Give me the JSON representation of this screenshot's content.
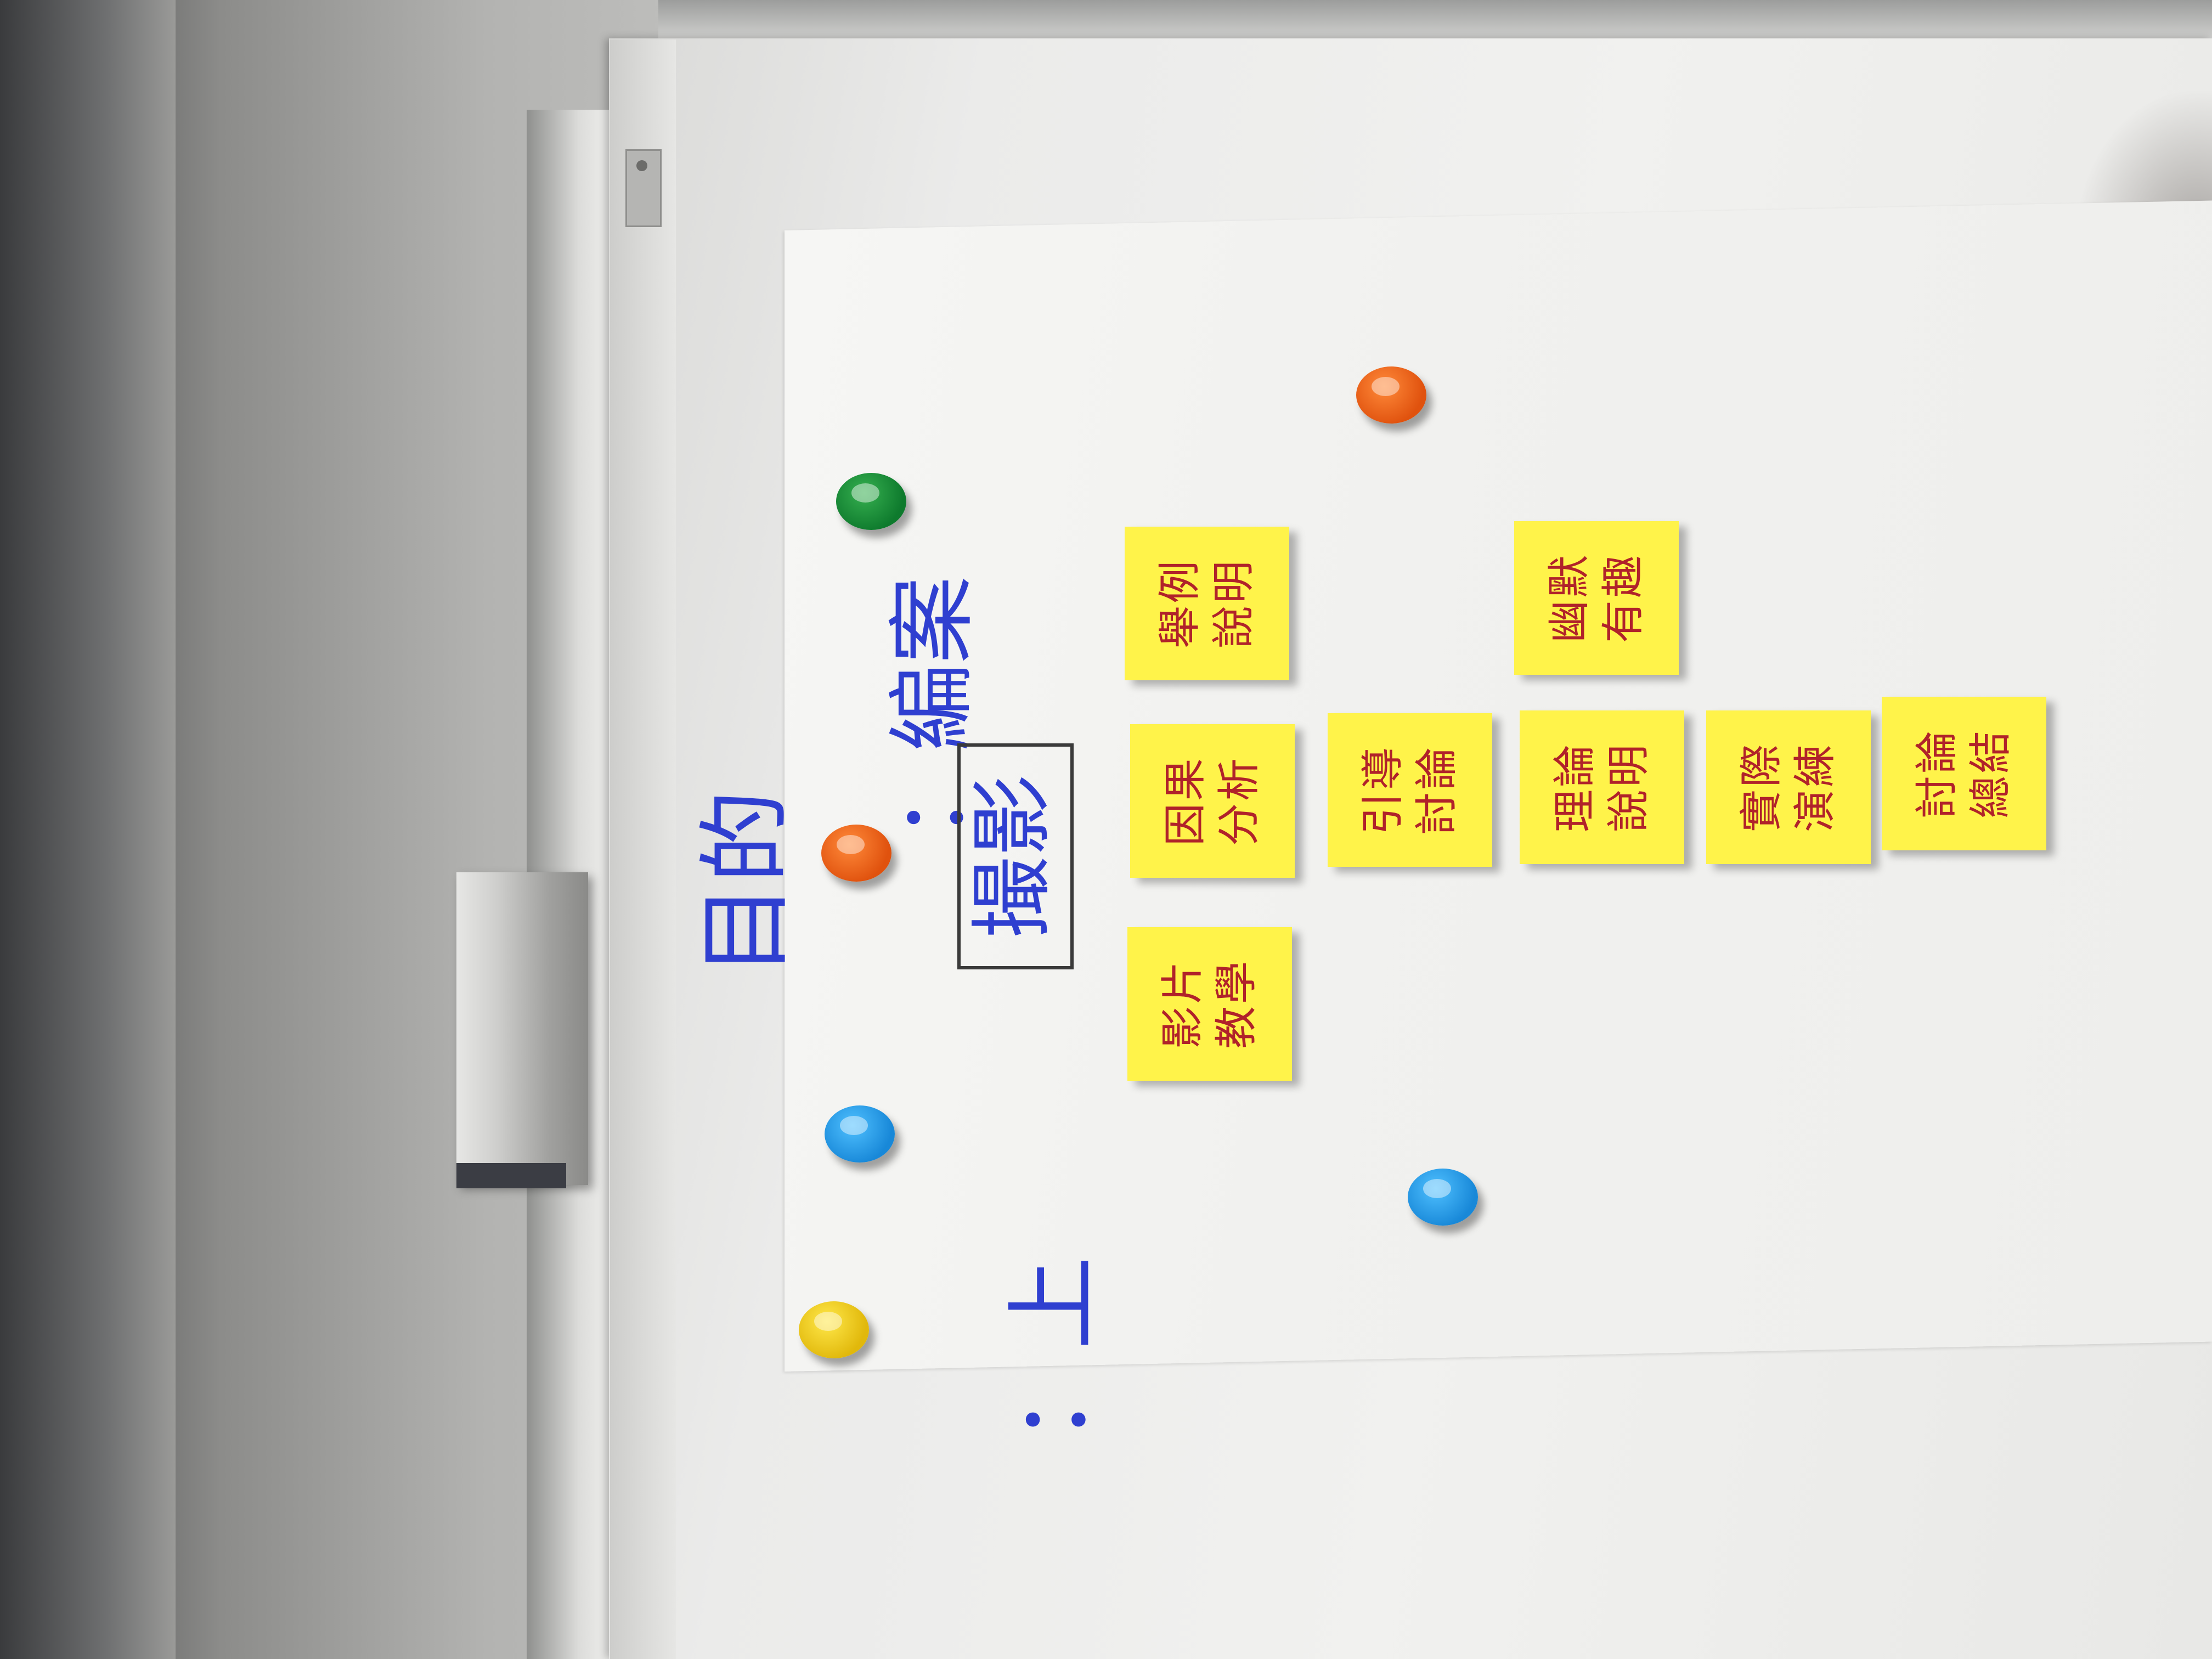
{
  "handwriting": {
    "heading": "目的",
    "topic": "：編案",
    "boxed_label": "撮影",
    "bottom_fragment": "：上"
  },
  "sticky_notes": [
    {
      "id": "example-explain",
      "lines": [
        "舉例",
        "說明"
      ]
    },
    {
      "id": "cause-analysis",
      "lines": [
        "因果",
        "分析"
      ]
    },
    {
      "id": "film-teaching",
      "lines": [
        "影片",
        "教學"
      ]
    },
    {
      "id": "guided-discussion",
      "lines": [
        "引導",
        "討論"
      ]
    },
    {
      "id": "humor-fun",
      "lines": [
        "幽默",
        "有趣"
      ]
    },
    {
      "id": "theory-explain",
      "lines": [
        "理論",
        "說明"
      ]
    },
    {
      "id": "practical-operation",
      "lines": [
        "實際",
        "演練"
      ]
    },
    {
      "id": "discussion-summary",
      "lines": [
        "討論",
        "總結"
      ]
    }
  ],
  "magnets": [
    {
      "id": "magnet-green",
      "color": "#1a9a3a"
    },
    {
      "id": "magnet-orange-top",
      "color": "#f0641a"
    },
    {
      "id": "magnet-orange-left",
      "color": "#f0641a"
    },
    {
      "id": "magnet-blue-left",
      "color": "#2ba4ee"
    },
    {
      "id": "magnet-blue-right",
      "color": "#2ba4ee"
    },
    {
      "id": "magnet-yellow",
      "color": "#f5cf1c"
    }
  ],
  "colors": {
    "note": "#fff34a",
    "note_ink": "#b0222a",
    "marker_ink": "#2f3fd0"
  }
}
